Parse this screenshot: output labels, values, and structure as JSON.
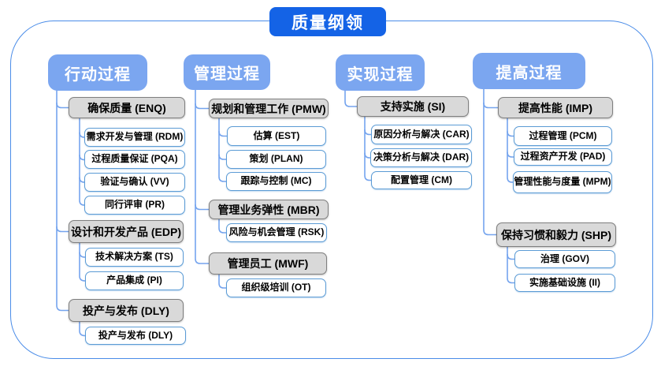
{
  "title": "质量纲领",
  "colors": {
    "title_bg": "#1463e6",
    "header_bg": "#7ba6f0",
    "group_bg": "#d9d9d9",
    "group_border": "#7f7f7f",
    "leaf_border": "#5b9bd5",
    "connector": "#75a4ee",
    "container_border": "#4a8ce8"
  },
  "columns": [
    {
      "label": "行动过程",
      "groups": [
        {
          "label": "确保质量 (ENQ)",
          "children": [
            "需求开发与管理 (RDM)",
            "过程质量保证 (PQA)",
            "验证与确认 (VV)",
            "同行评审 (PR)"
          ]
        },
        {
          "label": "设计和开发产品 (EDP)",
          "children": [
            "技术解决方案 (TS)",
            "产品集成 (PI)"
          ]
        },
        {
          "label": "投产与发布 (DLY)",
          "children": [
            "投产与发布 (DLY)"
          ]
        }
      ]
    },
    {
      "label": "管理过程",
      "groups": [
        {
          "label": "规划和管理工作 (PMW)",
          "children": [
            "估算 (EST)",
            "策划 (PLAN)",
            "跟踪与控制 (MC)"
          ]
        },
        {
          "label": "管理业务弹性 (MBR)",
          "children": [
            "风险与机会管理 (RSK)"
          ]
        },
        {
          "label": "管理员工 (MWF)",
          "children": [
            "组织级培训 (OT)"
          ]
        }
      ]
    },
    {
      "label": "实现过程",
      "groups": [
        {
          "label": "支持实施 (SI)",
          "children": [
            "原因分析与解决 (CAR)",
            "决策分析与解决 (DAR)",
            "配置管理 (CM)"
          ]
        }
      ]
    },
    {
      "label": "提高过程",
      "groups": [
        {
          "label": "提高性能 (IMP)",
          "children": [
            "过程管理 (PCM)",
            "过程资产开发 (PAD)",
            "管理性能与度量 (MPM)"
          ]
        },
        {
          "label": "保持习惯和毅力 (SHP)",
          "children": [
            "治理 (GOV)",
            "实施基础设施 (II)"
          ]
        }
      ]
    }
  ]
}
